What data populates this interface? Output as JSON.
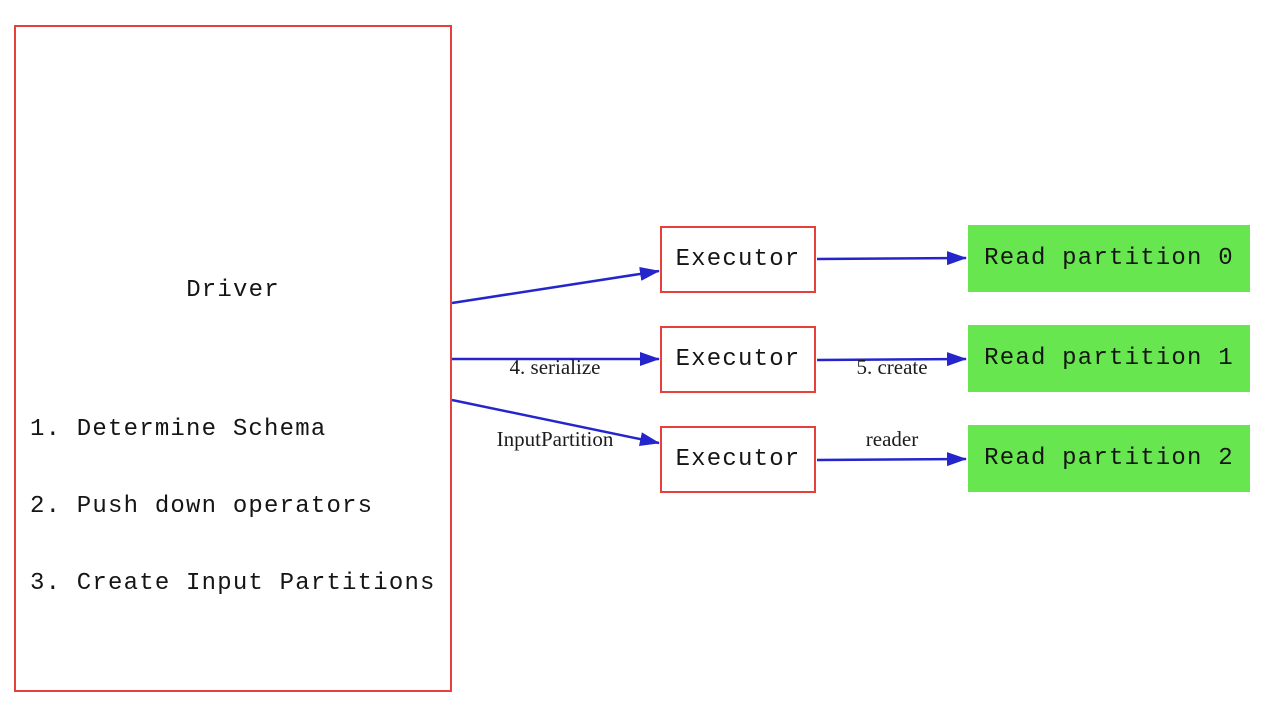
{
  "diagram": {
    "driver": {
      "title": "Driver",
      "steps": [
        "1. Determine Schema",
        "2. Push down operators",
        "3. Create Input Partitions"
      ]
    },
    "executors": [
      {
        "label": "Executor"
      },
      {
        "label": "Executor"
      },
      {
        "label": "Executor"
      }
    ],
    "partitions": [
      {
        "label": "Read partition 0"
      },
      {
        "label": "Read partition 1"
      },
      {
        "label": "Read partition 2"
      }
    ],
    "edge_labels": {
      "serialize_line1": "4. serialize",
      "serialize_line2": "InputPartition",
      "create_line1": "5. create",
      "create_line2": "reader"
    },
    "colors": {
      "box_border_red": "#e5413a",
      "arrow_blue": "#2426cc",
      "partition_green": "#67e64f",
      "text": "#151515",
      "background": "#ffffff"
    }
  }
}
